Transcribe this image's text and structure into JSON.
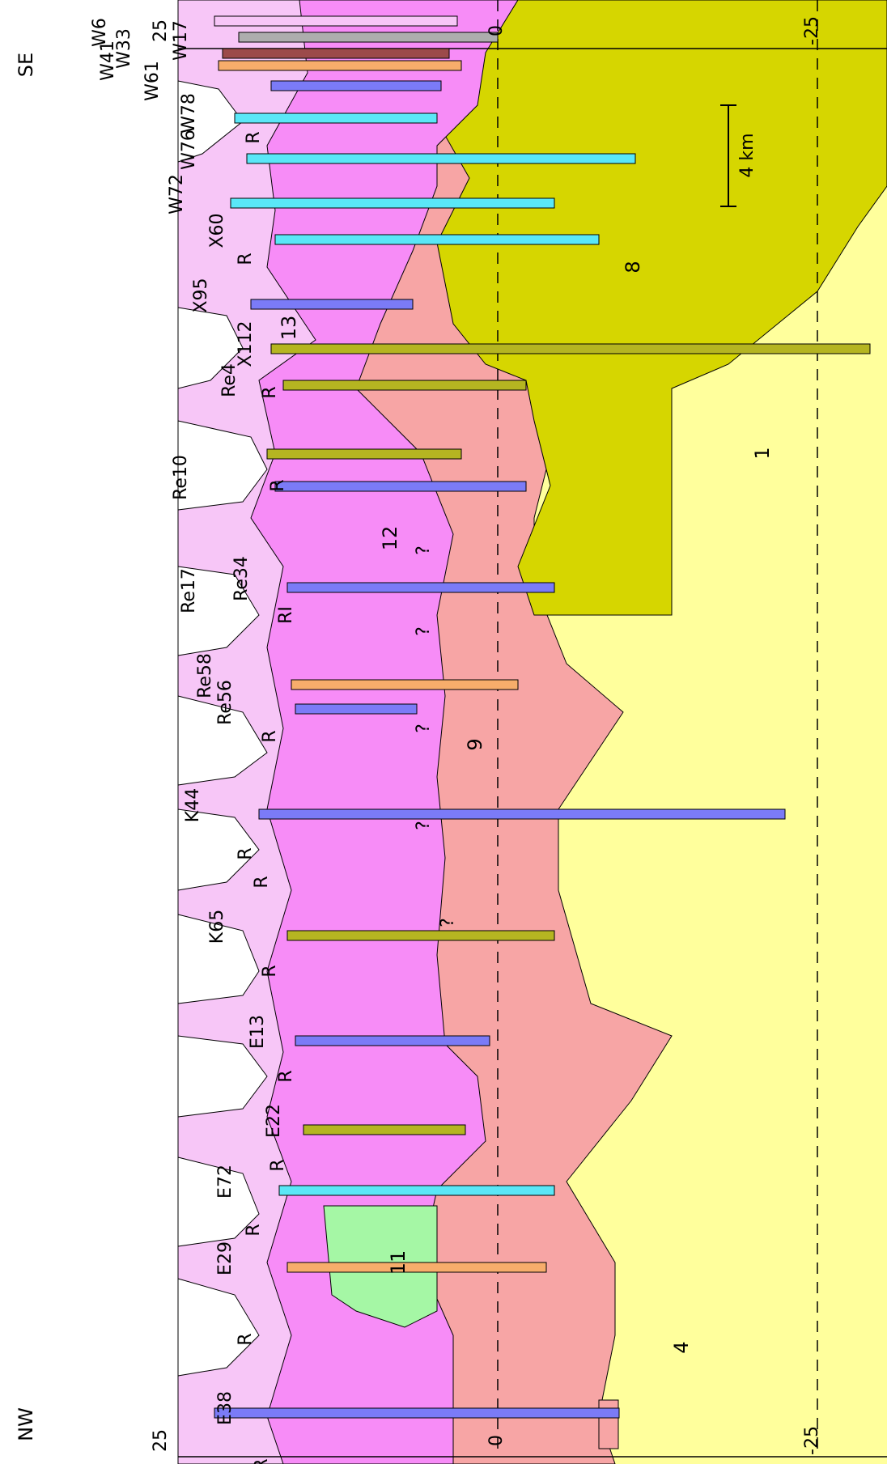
{
  "section": {
    "orientation_labels": {
      "start": "NW",
      "end": "SE"
    },
    "elevation_ticks": [
      "25",
      "0",
      "-25"
    ],
    "scale_bar": "4 km",
    "wells": [
      "E38",
      "E29",
      "E72",
      "E22",
      "E13",
      "K65",
      "K44",
      "Re56",
      "Re58",
      "Re34",
      "Re10",
      "Re17",
      "Re4",
      "X112",
      "X95",
      "X60",
      "W72",
      "W76",
      "W78",
      "W61",
      "W41",
      "W33",
      "W17",
      "W6"
    ],
    "unit_labels": [
      "1",
      "4",
      "8",
      "9",
      "11",
      "12",
      "13"
    ],
    "question_marks": [
      "?",
      "?",
      "?",
      "?",
      "?"
    ],
    "r_markers": [
      "R",
      "R",
      "R",
      "R",
      "R",
      "R",
      "R",
      "R",
      "R",
      "R",
      "R",
      "R",
      "R"
    ],
    "r_i_marker": "RI",
    "colors": {
      "unit_1": "#ffff9c",
      "unit_8": "#d6d600",
      "unit_9": "#f7a5a5",
      "unit_11": "#a5f7a5",
      "unit_12": "#f78cf7",
      "unit_13": "#f7c6f7",
      "well_blue": "#7b7bf7",
      "well_olive": "#b5b521",
      "well_cyan": "#5ae7f7",
      "well_orange": "#f7ad6b",
      "well_purple": "#73005a",
      "well_brown": "#9c4a4a",
      "well_grey": "#adadad"
    }
  }
}
